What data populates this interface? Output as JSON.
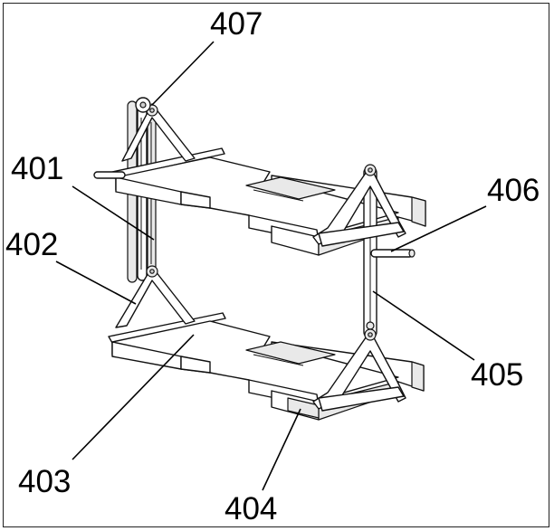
{
  "callouts": {
    "c401": "401",
    "c402": "402",
    "c403": "403",
    "c404": "404",
    "c405": "405",
    "c406": "406",
    "c407": "407"
  }
}
